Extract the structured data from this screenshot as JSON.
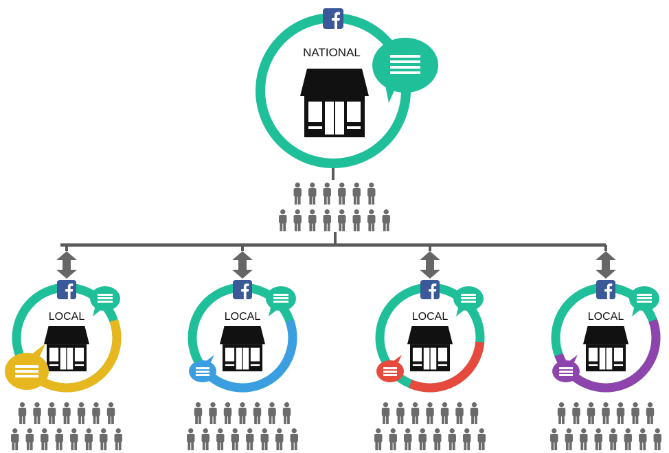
{
  "national": {
    "label": "NATIONAL",
    "ring_color": "#1fbf9a",
    "icons": [
      "facebook-icon",
      "chat-bubble-icon",
      "storefront-icon"
    ]
  },
  "hub": {
    "audience_icon": "person-icon",
    "audience_count": 14,
    "connector_icon": "double-arrow-icon"
  },
  "locals": [
    {
      "label": "LOCAL",
      "accent_name": "yellow",
      "accent_color": "#e6b71e",
      "local_share": 0.5,
      "audience_count": 15,
      "bubble": "left"
    },
    {
      "label": "LOCAL",
      "accent_name": "blue",
      "accent_color": "#3a9ee0",
      "local_share": 0.45,
      "audience_count": 15,
      "bubble": "left"
    },
    {
      "label": "LOCAL",
      "accent_name": "red",
      "accent_color": "#e64a3c",
      "local_share": 0.3,
      "audience_count": 15,
      "bubble": "left"
    },
    {
      "label": "LOCAL",
      "accent_name": "purple",
      "accent_color": "#8e44ad",
      "local_share": 0.5,
      "audience_count": 15,
      "bubble": "left"
    }
  ],
  "colors": {
    "teal": "#1fbf9a",
    "line": "#5a5a5a",
    "person": "#6b6b6b",
    "facebook": "#3b5998",
    "store": "#111111"
  }
}
